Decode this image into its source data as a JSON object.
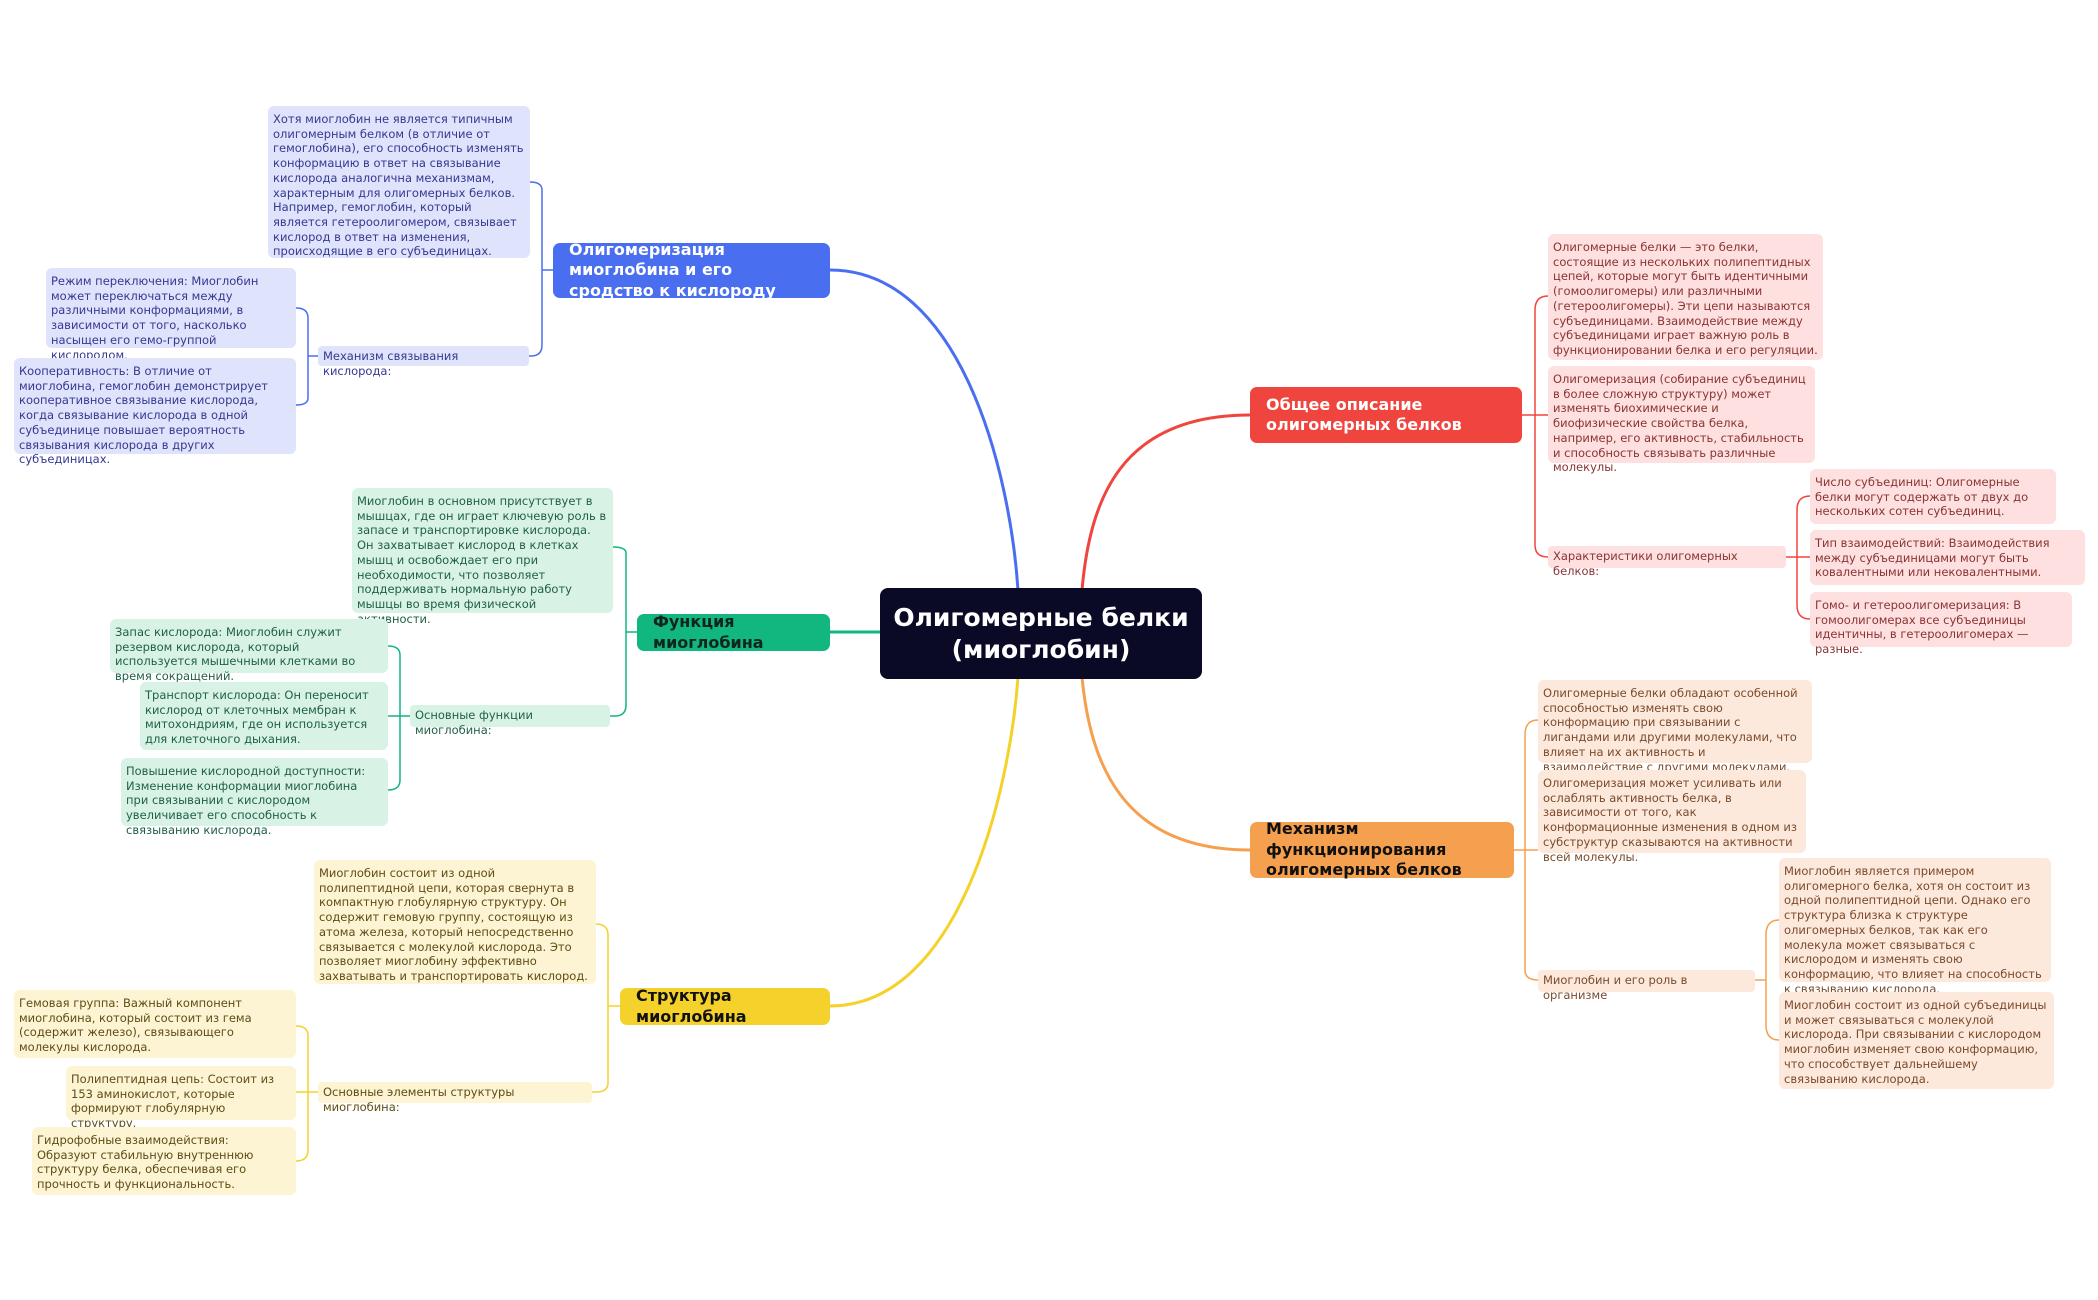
{
  "colors": {
    "central": "#0a0a26",
    "blue": "#4a6ef0",
    "red": "#f0453e",
    "green": "#12b67f",
    "orange": "#f5a04e",
    "yellow": "#f5d12c"
  },
  "central": {
    "title": "Олигомерные белки (миоглобин)"
  },
  "topics": {
    "oligomerization": {
      "title": "Олигомеризация миоглобина и его сродство к кислороду",
      "note": "Хотя миоглобин не является типичным олигомерным белком (в отличие от гемоглобина), его способность изменять конформацию в ответ на связывание кислорода аналогична механизмам, характерным для олигомерных белков. Например, гемоглобин, который является гетероолигомером, связывает кислород в ответ на изменения, происходящие в его субъединицах.",
      "mechanism": {
        "title": "Механизм связывания кислорода:",
        "items": [
          "Режим переключения: Миоглобин может переключаться между различными конформациями, в зависимости от того, насколько насыщен его гемо-группой кислородом.",
          "Кооперативность: В отличие от миоглобина, гемоглобин демонстрирует кооперативное связывание кислорода, когда связывание кислорода в одной субъединице повышает вероятность связывания кислорода в других субъединицах."
        ]
      }
    },
    "function": {
      "title": "Функция миоглобина",
      "note": "Миоглобин в основном присутствует в мышцах, где он играет ключевую роль в запасе и транспортировке кислорода. Он захватывает кислород в клетках мышц и освобождает его при необходимости, что позволяет поддерживать нормальную работу мышцы во время физической активности.",
      "basic": {
        "title": "Основные функции миоглобина:",
        "items": [
          "Запас кислорода: Миоглобин служит резервом кислорода, который используется мышечными клетками во время сокращений.",
          "Транспорт кислорода: Он переносит кислород от клеточных мембран к митохондриям, где он используется для клеточного дыхания.",
          "Повышение кислородной доступности: Изменение конформации миоглобина при связывании с кислородом увеличивает его способность к связыванию кислорода."
        ]
      }
    },
    "structure": {
      "title": "Структура миоглобина",
      "note": "Миоглобин состоит из одной полипептидной цепи, которая свернута в компактную глобулярную структуру. Он содержит гемовую группу, состоящую из атома железа, который непосредственно связывается с молекулой кислорода. Это позволяет миоглобину эффективно захватывать и транспортировать кислород.",
      "elements": {
        "title": "Основные элементы структуры миоглобина:",
        "items": [
          "Гемовая группа: Важный компонент миоглобина, который состоит из гема (содержит железо), связывающего молекулы кислорода.",
          "Полипептидная цепь: Состоит из 153 аминокислот, которые формируют глобулярную структуру.",
          "Гидрофобные взаимодействия: Образуют стабильную внутреннюю структуру белка, обеспечивая его прочность и функциональность."
        ]
      }
    },
    "general": {
      "title": "Общее описание олигомерных белков",
      "notes": [
        "Олигомерные белки — это белки, состоящие из нескольких полипептидных цепей, которые могут быть идентичными (гомоолигомеры) или различными (гетероолигомеры). Эти цепи называются субъединицами. Взаимодействие между субъединицами играет важную роль в функционировании белка и его регуляции.",
        "Олигомеризация (собирание субъединиц в более сложную структуру) может изменять биохимические и биофизические свойства белка, например, его активность, стабильность и способность связывать различные молекулы."
      ],
      "characteristics": {
        "title": "Характеристики олигомерных белков:",
        "items": [
          "Число субъединиц: Олигомерные белки могут содержать от двух до нескольких сотен субъединиц.",
          "Тип взаимодействий: Взаимодействия между субъединицами могут быть ковалентными или нековалентными.",
          "Гомо- и гетероолигомеризация: В гомоолигомерах все субъединицы идентичны, в гетероолигомерах — разные."
        ]
      }
    },
    "mechanism": {
      "title": "Механизм функционирования олигомерных белков",
      "notes": [
        "Олигомерные белки обладают особенной способностью изменять свою конформацию при связывании с лигандами или другими молекулами, что влияет на их активность и взаимодействие с другими молекулами.",
        "Олигомеризация может усиливать или ослаблять активность белка, в зависимости от того, как конформационные изменения в одном из субструктур сказываются на активности всей молекулы."
      ],
      "role": {
        "title": "Миоглобин и его роль в организме",
        "items": [
          "Миоглобин является примером олигомерного белка, хотя он состоит из одной полипептидной цепи. Однако его структура близка к структуре олигомерных белков, так как его молекула может связываться с кислородом и изменять свою конформацию, что влияет на способность к связыванию кислорода.",
          "Миоглобин состоит из одной субъединицы и может связываться с молекулой кислорода. При связывании с кислородом миоглобин изменяет свою конформацию, что способствует дальнейшему связыванию кислорода."
        ]
      }
    }
  }
}
